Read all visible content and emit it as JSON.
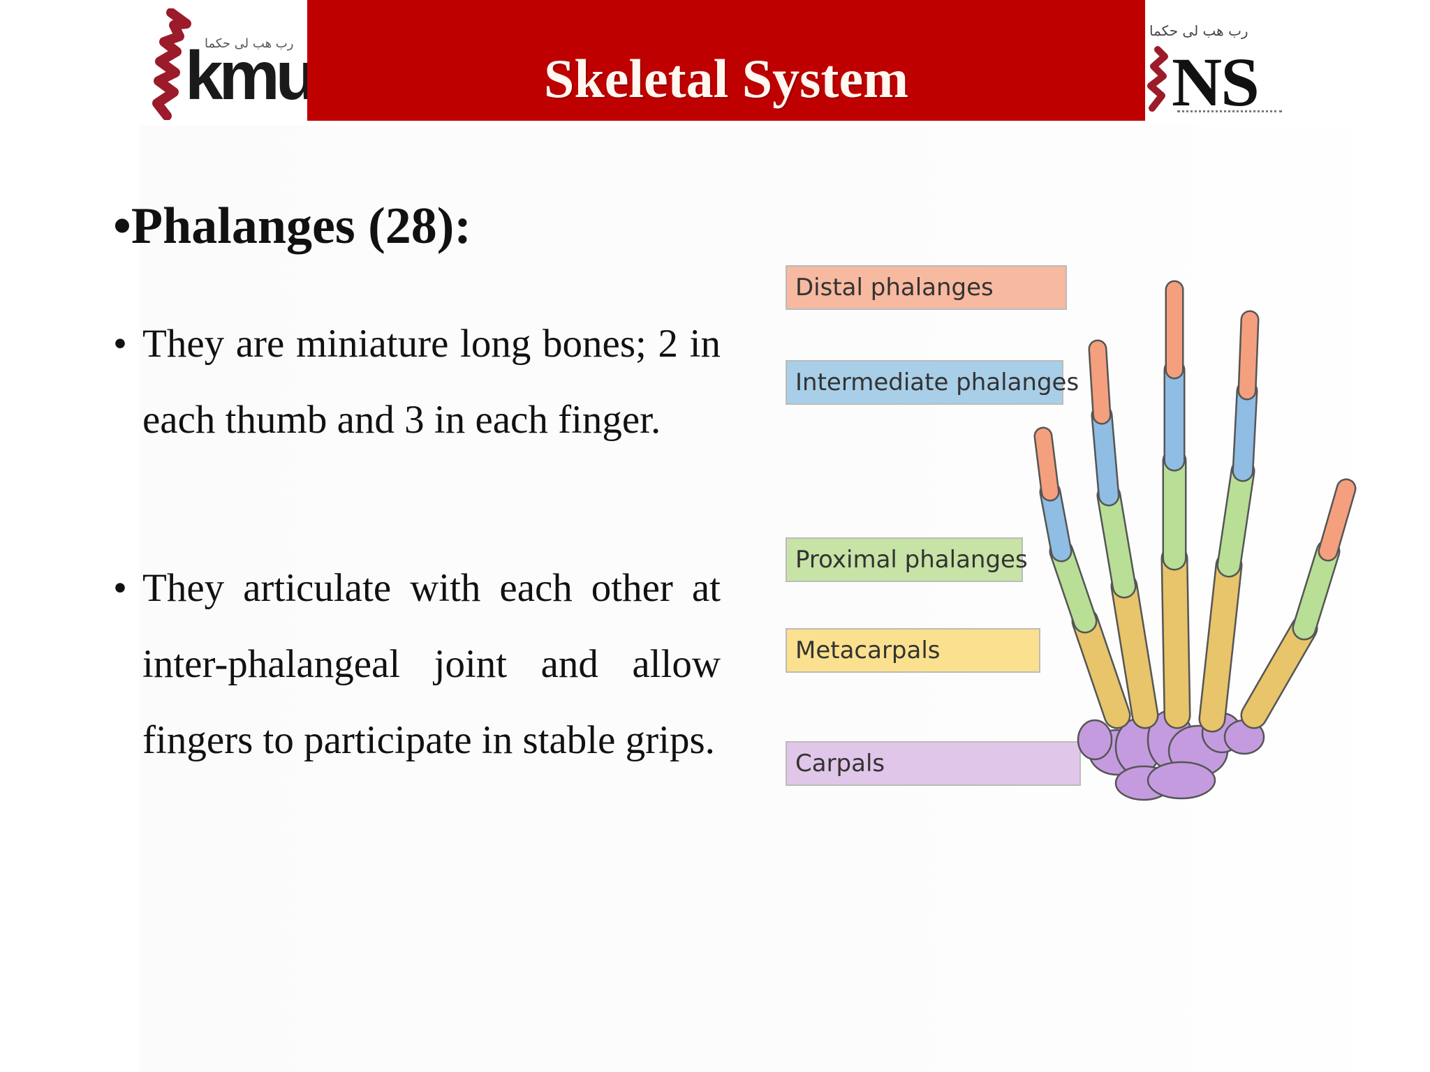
{
  "header": {
    "title": "Skeletal System",
    "left_logo": {
      "text": "kmu",
      "tagline": "رب هب لی حکما"
    },
    "right_logo": {
      "text": "NS",
      "tagline": "رب هب لی حکما"
    }
  },
  "content": {
    "heading": "Phalanges (28):",
    "bullets": [
      "They are miniature long bones; 2 in each thumb and 3 in each finger.",
      "They articulate with each other at inter-phalangeal joint and allow fingers to participate in stable grips."
    ]
  },
  "diagram": {
    "labels": [
      {
        "text": "Distal phalanges",
        "color": "#f7b9a0"
      },
      {
        "text": "Intermediate phalanges",
        "color": "#a9cfe8"
      },
      {
        "text": "Proximal phalanges",
        "color": "#c7e3a6"
      },
      {
        "text": "Metacarpals",
        "color": "#fbe18f"
      },
      {
        "text": "Carpals",
        "color": "#e0c6e8"
      }
    ],
    "bone_colors": {
      "distal": "#f4a07e",
      "intermediate": "#8fbde3",
      "proximal": "#b8df95",
      "metacarpal": "#e8c46a",
      "carpal": "#c59be0"
    }
  }
}
